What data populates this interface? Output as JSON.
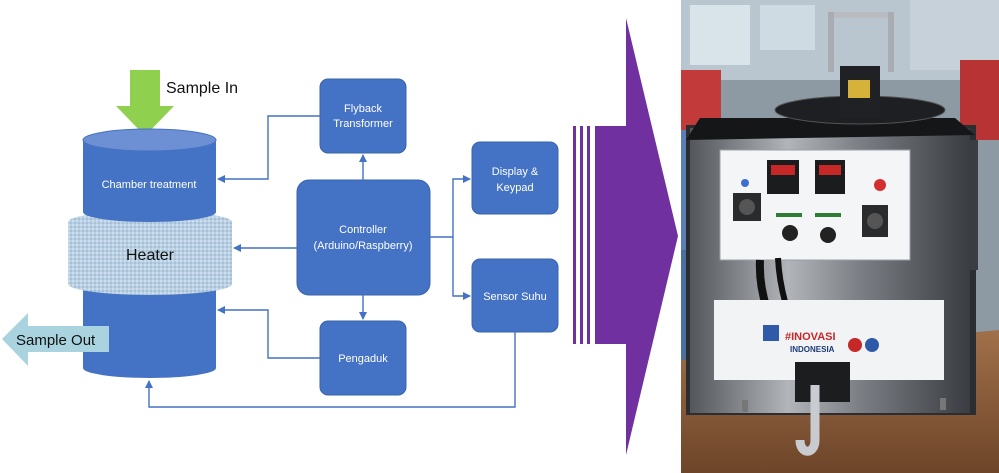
{
  "diagram": {
    "sample_in": "Sample In",
    "sample_out": "Sample Out",
    "chamber": "Chamber treatment",
    "heater": "Heater",
    "flyback": [
      "Flyback",
      "Transformer"
    ],
    "controller": [
      "Controller",
      "(Arduino/Raspberry)"
    ],
    "display": [
      "Display &",
      "Keypad"
    ],
    "sensor": "Sensor Suhu",
    "stirrer": "Pengaduk"
  },
  "photo": {
    "panel_logo": "INOVASI INDONESIA"
  },
  "colors": {
    "box_blue": "#4472c4",
    "cylinder_blue": "#4472c4",
    "arrow_green": "#8fd14f",
    "arrow_out": "#a9d4df",
    "big_arrow": "#7030a0"
  }
}
